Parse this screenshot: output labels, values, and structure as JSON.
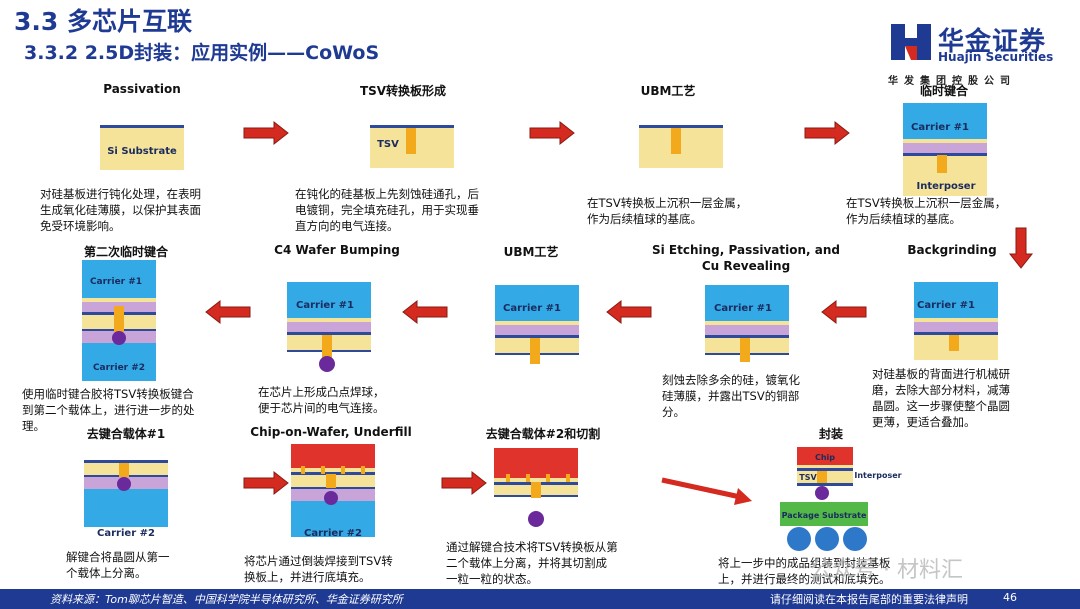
{
  "header": {
    "title": "3.3 多芯片互联",
    "subtitle": "3.3.2 2.5D封装：应用实例——CoWoS"
  },
  "logo": {
    "cn": "华金证券",
    "en": "Huajin Securities",
    "sub": "华发集团控股公司"
  },
  "steps": [
    {
      "title": "Passivation",
      "label": "Si Substrate",
      "desc": [
        "对硅基板进行钝化处理，在表明",
        "生成氧化硅薄膜，以保护其表面",
        "免受环境影响。"
      ]
    },
    {
      "title": "TSV转换板形成",
      "label": "TSV",
      "desc": [
        "在钝化的硅基板上先刻蚀硅通孔，后",
        "电镀铜，完全填充硅孔，用于实现垂",
        "直方向的电气连接。"
      ]
    },
    {
      "title": "UBM工艺",
      "desc": [
        "在TSV转换板上沉积一层金属，",
        "作为后续植球的基底。"
      ]
    },
    {
      "title": "临时键合",
      "label": "Carrier #1",
      "label2": "Interposer",
      "desc": [
        "在TSV转换板上沉积一层金属，",
        "作为后续植球的基底。"
      ]
    },
    {
      "title": "Backgrinding",
      "label": "Carrier #1",
      "desc": [
        "对硅基板的背面进行机械研",
        "磨，去除大部分材料，减薄",
        "晶圆。这一步骤使整个晶圆",
        "更薄，更适合叠加。"
      ]
    },
    {
      "title": "Si Etching, Passivation, and",
      "title2": "Cu Revealing",
      "label": "Carrier #1",
      "desc": [
        "刻蚀去除多余的硅，镀氧化",
        "硅薄膜，并露出TSV的铜部",
        "分。"
      ]
    },
    {
      "title": "UBM工艺",
      "label": "Carrier #1"
    },
    {
      "title": "C4 Wafer Bumping",
      "label": "Carrier #1",
      "desc": [
        "在芯片上形成凸点焊球，",
        "便于芯片间的电气连接。"
      ]
    },
    {
      "title": "第二次临时键合",
      "label": "Carrier #1",
      "label2": "Carrier #2",
      "desc": [
        "使用临时键合胶将TSV转换板键合",
        "到第二个载体上，进行进一步的处",
        "理。"
      ]
    },
    {
      "title": "去键合载体#1",
      "label": "Carrier #2",
      "desc": [
        "解键合将晶圆从第一",
        "个载体上分离。"
      ]
    },
    {
      "title": "Chip-on-Wafer, Underfill",
      "label": "Carrier #2",
      "desc": [
        "将芯片通过倒装焊接到TSV转",
        "换板上，并进行底填充。"
      ]
    },
    {
      "title": "去键合载体#2和切割",
      "desc": [
        "通过解键合技术将TSV转换板从第",
        "二个载体上分离，并将其切割成",
        "一粒一粒的状态。"
      ]
    },
    {
      "title": "封装",
      "chip": "Chip",
      "tsv": "TSV",
      "interposer": "Interposer",
      "pkg": "Package Substrate",
      "desc": [
        "将上一步中的成品组装到封装基板",
        "上，并进行最终的测试和底填充。"
      ]
    }
  ],
  "footer": {
    "source": "资料来源：Tom聊芯片智造、中国科学院半导体研究所、华金证券研究所",
    "note": "请仔细阅读在本报告尾部的重要法律声明",
    "page": "46"
  },
  "watermark": "公众号 · 材料汇",
  "colors": {
    "brand": "#1f3a93",
    "carrier": "#33a9e6",
    "silicon": "#f6e39a",
    "passivation": "#2e4a9c",
    "polymer": "#c8a4d9",
    "copper": "#f2a91c",
    "bump": "#6a2a9b",
    "chip": "#e0332b",
    "package": "#52b848",
    "ball": "#2e78c9",
    "arrow": "#d42a1f"
  }
}
